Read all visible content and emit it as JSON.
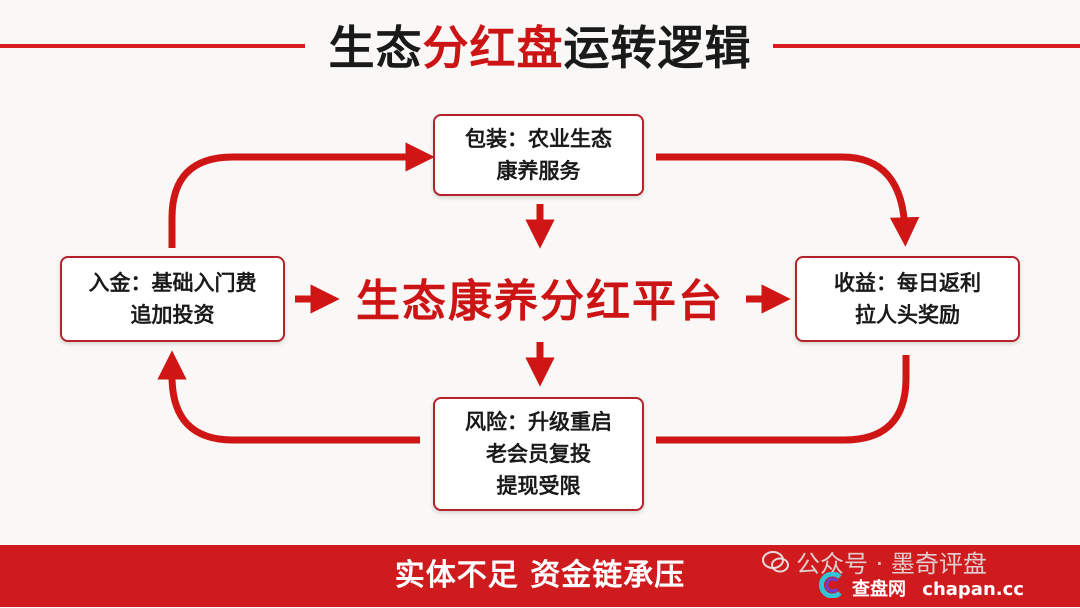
{
  "title": {
    "part1": "生态",
    "part2": "分红盘",
    "part3": "运转逻辑"
  },
  "center": "生态康养分红平台",
  "boxes": {
    "top": [
      "包装：农业生态",
      "康养服务"
    ],
    "left": [
      "入金：基础入门费",
      "追加投资"
    ],
    "right": [
      "收益：每日返利",
      "拉人头奖励"
    ],
    "bottom": [
      "风险：升级重启",
      "老会员复投",
      "提现受限"
    ]
  },
  "footer": "实体不足 资金链承压",
  "watermark": {
    "wechat": "公众号 · 墨奇评盘",
    "site_cn": "查盘网",
    "site_en": "chapan.cc"
  },
  "colors": {
    "accent": "#cc1414",
    "footer": "#cf1b1e",
    "border": "#b5222a"
  }
}
